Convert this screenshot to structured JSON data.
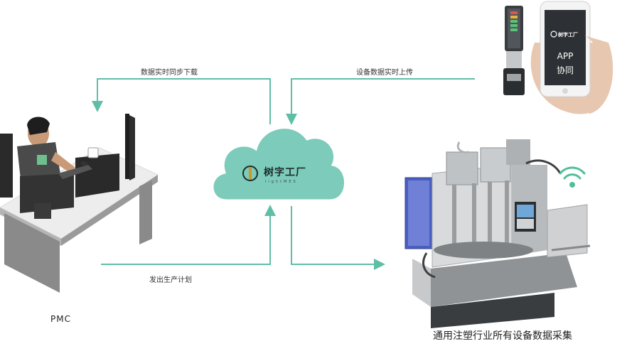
{
  "labels": {
    "sync_down": "数据实时同步下载",
    "upload": "设备数据实时上传",
    "plan": "发出生产计划",
    "pmc": "PMC",
    "caption": "通用注塑行业所有设备数据采集"
  },
  "cloud": {
    "brand": "树字工厂",
    "brand_sub": "lightMES",
    "color": "#7ccbbb"
  },
  "phone": {
    "logo": "树字工厂",
    "app_line1": "APP",
    "app_line2": "协同"
  },
  "colors": {
    "arrow": "#5fbfa6",
    "wifi": "#4fbf9a",
    "machine_blue": "#4a5fc0"
  }
}
